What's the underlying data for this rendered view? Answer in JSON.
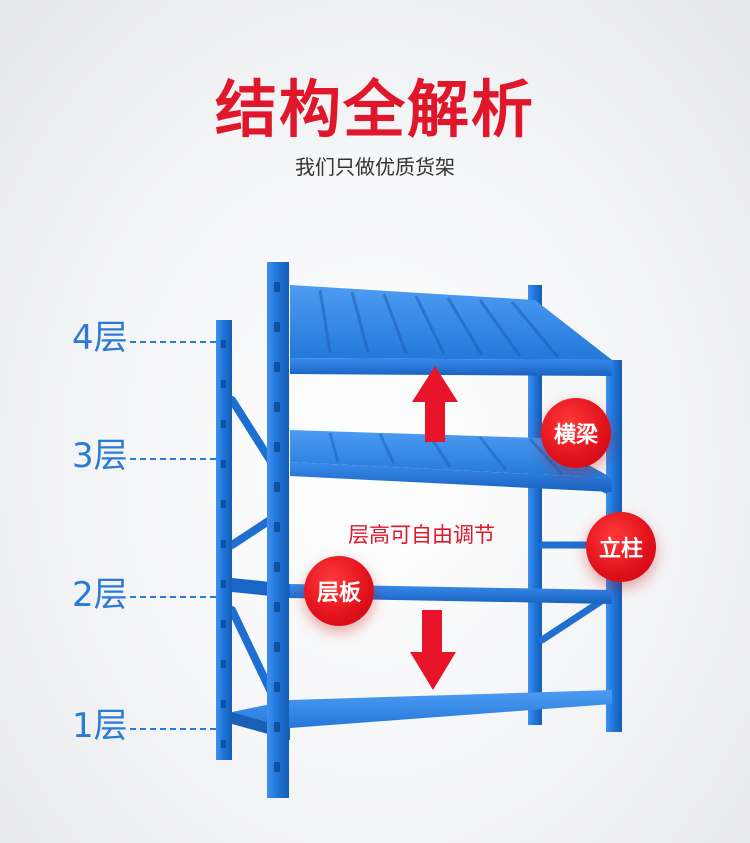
{
  "header": {
    "title": "结构全解析",
    "subtitle": "我们只做优质货架"
  },
  "levels": [
    "4层",
    "3层",
    "2层",
    "1层"
  ],
  "callouts": {
    "beam": "横梁",
    "upright": "立柱",
    "shelf_board": "层板",
    "adjust": "层高可自由调节"
  },
  "colors": {
    "accent_red": "#e0162b",
    "shelf_blue": "#1f74d8",
    "label_blue": "#2a7ad6"
  }
}
